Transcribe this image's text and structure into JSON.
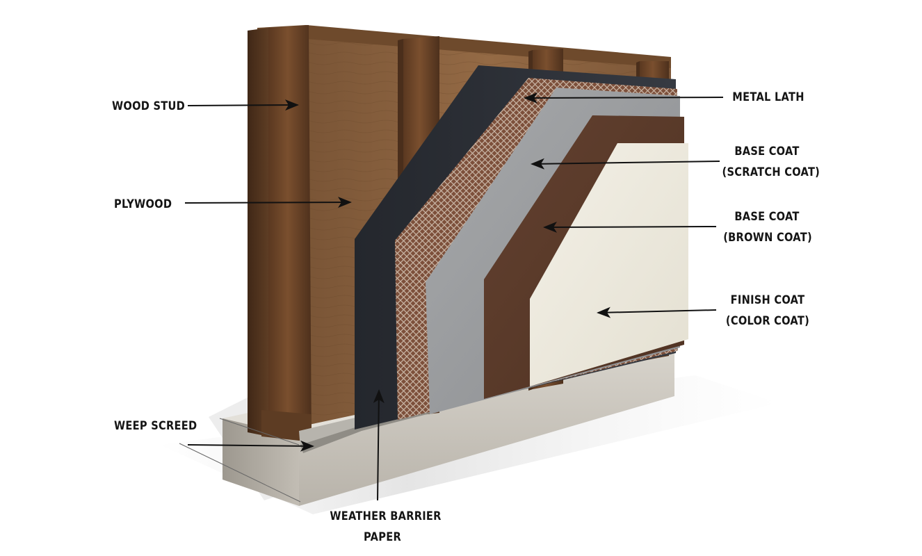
{
  "labels": {
    "wood_stud": "WOOD STUD",
    "plywood": "PLYWOOD",
    "weep_screed": "WEEP SCREED",
    "weather_barrier": [
      "WEATHER BARRIER",
      "PAPER"
    ],
    "metal_lath": "METAL LATH",
    "scratch_coat": [
      "BASE COAT",
      "(SCRATCH COAT)"
    ],
    "brown_coat": [
      "BASE COAT",
      "(BROWN COAT)"
    ],
    "finish_coat": [
      "FINISH COAT",
      "(COLOR COAT)"
    ]
  },
  "colors": {
    "wood": "#6b4529",
    "plywood": "#86603f",
    "weather_barrier": "#2b2e35",
    "metal_lath": "#8a5a43",
    "scratch_coat": "#9a9c9e",
    "brown_coat": "#5a3a28",
    "finish_coat": "#eeeadc",
    "foundation": "#cdc9c1"
  }
}
